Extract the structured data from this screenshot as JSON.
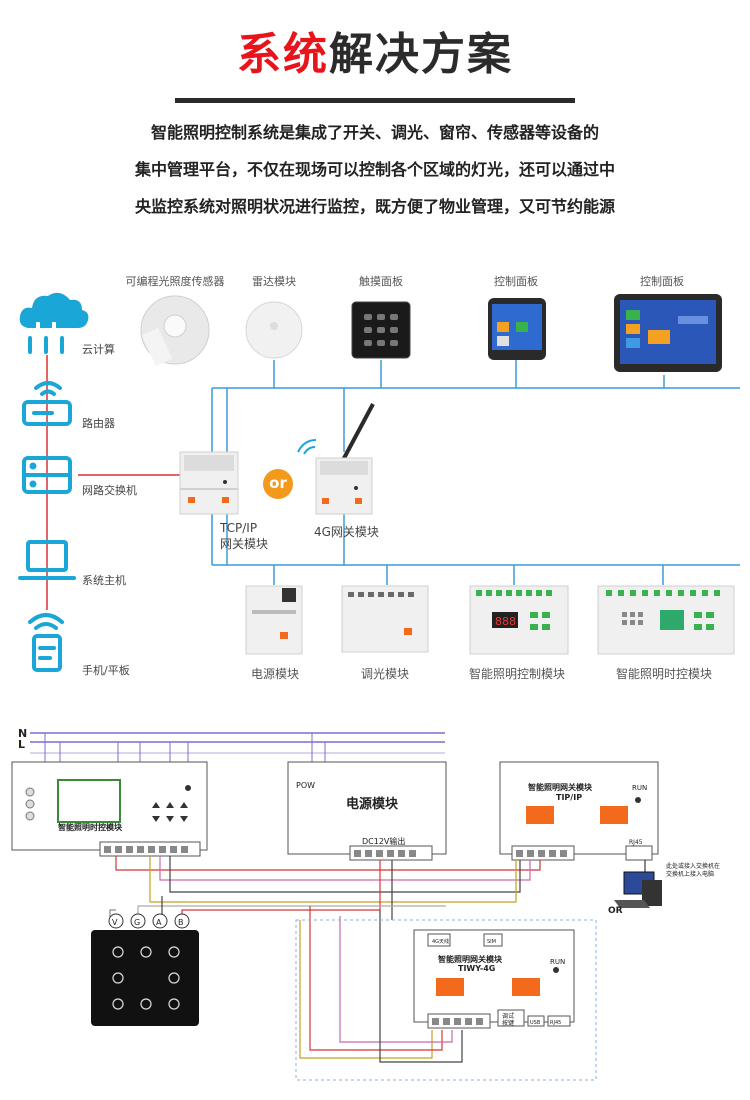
{
  "header": {
    "title_red": "系统",
    "title_dark": "解决方案",
    "intro_lines": [
      "智能照明控制系统是集成了开关、调光、窗帘、传感器等设备的",
      "集中管理平台，不仅在现场可以控制各个区域的灯光，还可以通过中",
      "央监控系统对照明状况进行监控，既方便了物业管理，又可节约能源"
    ]
  },
  "top_devices": [
    {
      "label": "可编程光照度传感器"
    },
    {
      "label": "雷达模块"
    },
    {
      "label": "触摸面板"
    },
    {
      "label": "控制面板"
    },
    {
      "label": "控制面板"
    }
  ],
  "left_devices": [
    {
      "label": "云计算",
      "icon": "cloud-icon"
    },
    {
      "label": "路由器",
      "icon": "router-icon"
    },
    {
      "label": "网路交换机",
      "icon": "switch-icon"
    },
    {
      "label": "系统主机",
      "icon": "laptop-icon"
    },
    {
      "label": "手机/平板",
      "icon": "mobile-icon"
    }
  ],
  "gateways": {
    "tcpip_label_1": "TCP/IP",
    "tcpip_label_2": "网关模块",
    "or_label": "or",
    "g4_label": "4G网关模块"
  },
  "bottom_modules": [
    {
      "label": "电源模块"
    },
    {
      "label": "调光模块"
    },
    {
      "label": "智能照明控制模块"
    },
    {
      "label": "智能照明时控模块"
    }
  ],
  "wiring": {
    "line_n": "N",
    "line_l": "L",
    "timer_module": "智能照明时控模块",
    "power_module": "电源模块",
    "power_pow": "POW",
    "power_output": "DC12V输出",
    "gw_tcp_title": "智能照明网关模块",
    "gw_tcp_sub": "TIP/IP",
    "run": "RUN",
    "rj45": "RJ45",
    "pc_note_1": "此处或接入交换机在",
    "pc_note_2": "交换机上接入电脑",
    "or_label": "OR",
    "panel_terminals": [
      "V",
      "G",
      "A",
      "B"
    ],
    "gw_4g_title": "智能照明网关模块",
    "gw_4g_sub": "TIWY-4G",
    "ant_label": "4G天线",
    "sim_label": "SIM",
    "debug_1": "调试",
    "debug_2": "按键",
    "usb": "USB",
    "rj45_2": "RJ45"
  }
}
